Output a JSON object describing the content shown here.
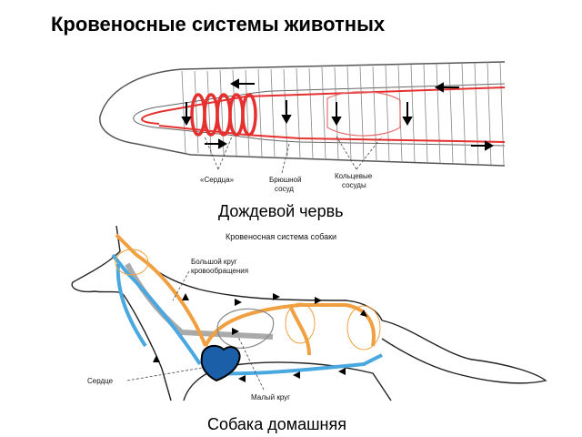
{
  "page": {
    "title": "Кровеносные системы животных"
  },
  "worm": {
    "caption": "Дождевой червь",
    "labels": {
      "hearts": "«Сердца»",
      "ventral_line1": "Брюшной",
      "ventral_line2": "сосуд",
      "ring_line1": "Кольцевые",
      "ring_line2": "сосуды"
    }
  },
  "dog": {
    "caption": "Собака домашняя",
    "header": "Кровеносная система собаки",
    "labels": {
      "big_line1": "Большой круг",
      "big_line2": "кровообращения",
      "heart": "Сердце",
      "small": "Малый круг"
    }
  },
  "colors": {
    "worm_vessel": "#e53030",
    "arterial": "#f0a040",
    "venous": "#4aa8e0",
    "heart_dark": "#1a5fa8"
  }
}
